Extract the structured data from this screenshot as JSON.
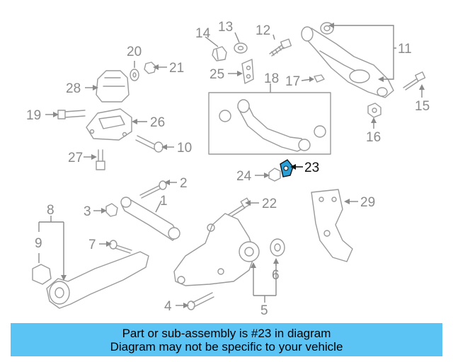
{
  "callouts": [
    {
      "id": "1",
      "label": "1"
    },
    {
      "id": "2",
      "label": "2"
    },
    {
      "id": "3",
      "label": "3"
    },
    {
      "id": "4",
      "label": "4"
    },
    {
      "id": "5",
      "label": "5"
    },
    {
      "id": "6",
      "label": "6"
    },
    {
      "id": "7",
      "label": "7"
    },
    {
      "id": "8",
      "label": "8"
    },
    {
      "id": "9",
      "label": "9"
    },
    {
      "id": "10",
      "label": "10"
    },
    {
      "id": "11",
      "label": "11"
    },
    {
      "id": "12",
      "label": "12"
    },
    {
      "id": "13",
      "label": "13"
    },
    {
      "id": "14",
      "label": "14"
    },
    {
      "id": "15",
      "label": "15"
    },
    {
      "id": "16",
      "label": "16"
    },
    {
      "id": "17",
      "label": "17"
    },
    {
      "id": "18",
      "label": "18"
    },
    {
      "id": "19",
      "label": "19"
    },
    {
      "id": "20",
      "label": "20"
    },
    {
      "id": "21",
      "label": "21"
    },
    {
      "id": "22",
      "label": "22"
    },
    {
      "id": "23",
      "label": "23"
    },
    {
      "id": "24",
      "label": "24"
    },
    {
      "id": "25",
      "label": "25"
    },
    {
      "id": "26",
      "label": "26"
    },
    {
      "id": "27",
      "label": "27"
    },
    {
      "id": "28",
      "label": "28"
    },
    {
      "id": "29",
      "label": "29"
    }
  ],
  "highlighted_part": "23",
  "colors": {
    "banner": "#5bc4f5",
    "highlight_part": "#2a9fd6",
    "callout_text": "#8a8a8a",
    "highlight_text": "#111111"
  },
  "caption": {
    "line1": "Part or sub-assembly is #23 in diagram",
    "line2": "Diagram may not be specific to your vehicle"
  }
}
